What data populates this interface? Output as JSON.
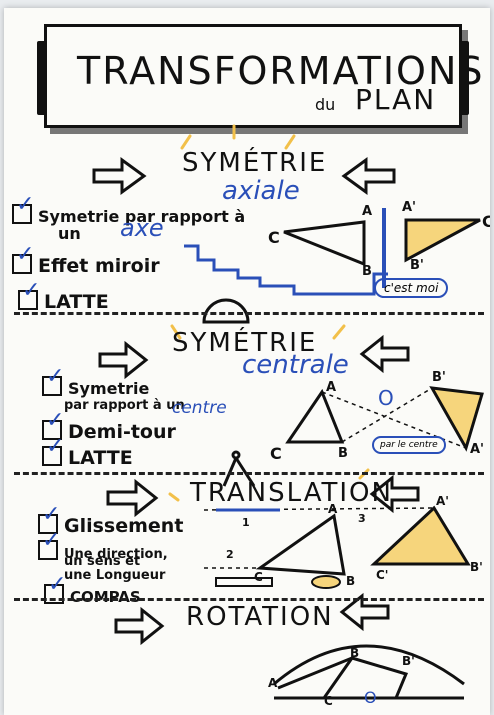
{
  "title": {
    "main": "TRANSFORMATIONS",
    "du": "du",
    "plan": "PLAN"
  },
  "sections": {
    "axiale": {
      "heading": "SYMÉTRIE",
      "subheading": "axiale",
      "items": [
        "Symetrie par rapport à",
        "un",
        "axe",
        "Effet miroir",
        "LATTE"
      ],
      "bubble": "c'est moi",
      "labels": [
        "A",
        "A'",
        "C",
        "C'",
        "B",
        "B'"
      ]
    },
    "centrale": {
      "heading": "SYMÉTRIE",
      "subheading": "centrale",
      "items": [
        "Symetrie",
        "par rapport à un",
        "centre",
        "Demi-tour",
        "LATTE"
      ],
      "labels": [
        "A",
        "O",
        "B'",
        "C",
        "B",
        "A'"
      ],
      "bubble": "par le centre"
    },
    "translation": {
      "heading": "TRANSLATION",
      "items": [
        "Glissement",
        "Une direction,",
        "un sens et",
        "une Longueur",
        "COMPAS"
      ],
      "labels": [
        "A",
        "A'",
        "C",
        "C'",
        "B",
        "B'",
        "1",
        "2",
        "3"
      ]
    },
    "rotation": {
      "heading": "ROTATION",
      "labels": [
        "B",
        "B'",
        "C",
        "O",
        "A"
      ]
    }
  },
  "colors": {
    "ink": "#111111",
    "blue": "#2a4fb8",
    "yellow": "#f2c04a",
    "paper": "#fbfbf8"
  }
}
